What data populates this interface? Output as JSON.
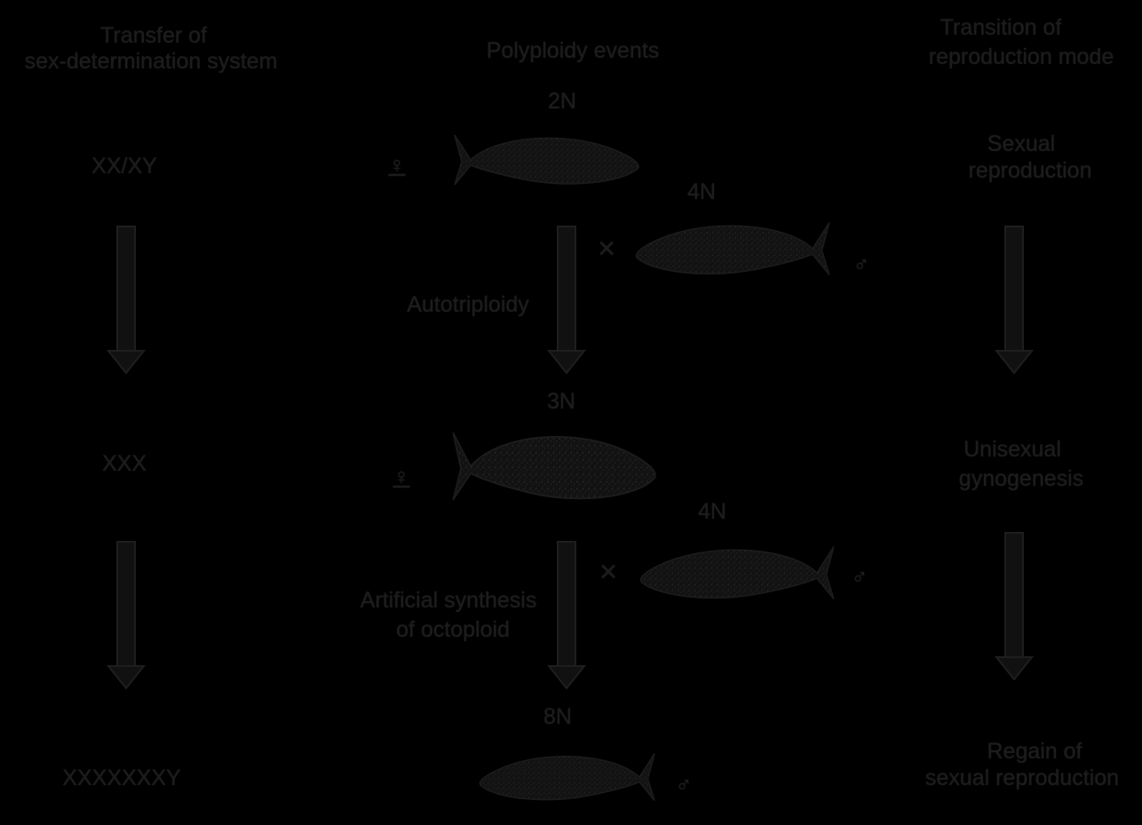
{
  "columns": {
    "left": {
      "title_line1": "Transfer of",
      "title_line2": "sex-determination system",
      "stages": [
        "XX/XY",
        "XXX",
        "XXXXXXXY"
      ]
    },
    "middle": {
      "title": "Polyploidy events",
      "stage1": {
        "ploidy": "2N",
        "sex": "♀"
      },
      "cross1": {
        "symbol": "×",
        "ploidy": "4N",
        "sex": "♂"
      },
      "step1_label": "Autotriploidy",
      "stage2": {
        "ploidy": "3N",
        "sex": "♀"
      },
      "cross2": {
        "symbol": "×",
        "ploidy": "4N",
        "sex": "♂"
      },
      "step2_label_line1": "Artificial synthesis",
      "step2_label_line2": "of octoploid",
      "stage3": {
        "ploidy": "8N",
        "sex": "♂"
      }
    },
    "right": {
      "title_line1": "Transition of",
      "title_line2": "reproduction mode",
      "stage1_line1": "Sexual",
      "stage1_line2": "reproduction",
      "stage2_line1": "Unisexual",
      "stage2_line2": "gynogenesis",
      "stage3_line1": "Regain of",
      "stage3_line2": "sexual reproduction"
    }
  },
  "colors": {
    "background": "#000000",
    "text": "#1c1c1c",
    "arrow": "#111111",
    "fish": "#141414"
  }
}
